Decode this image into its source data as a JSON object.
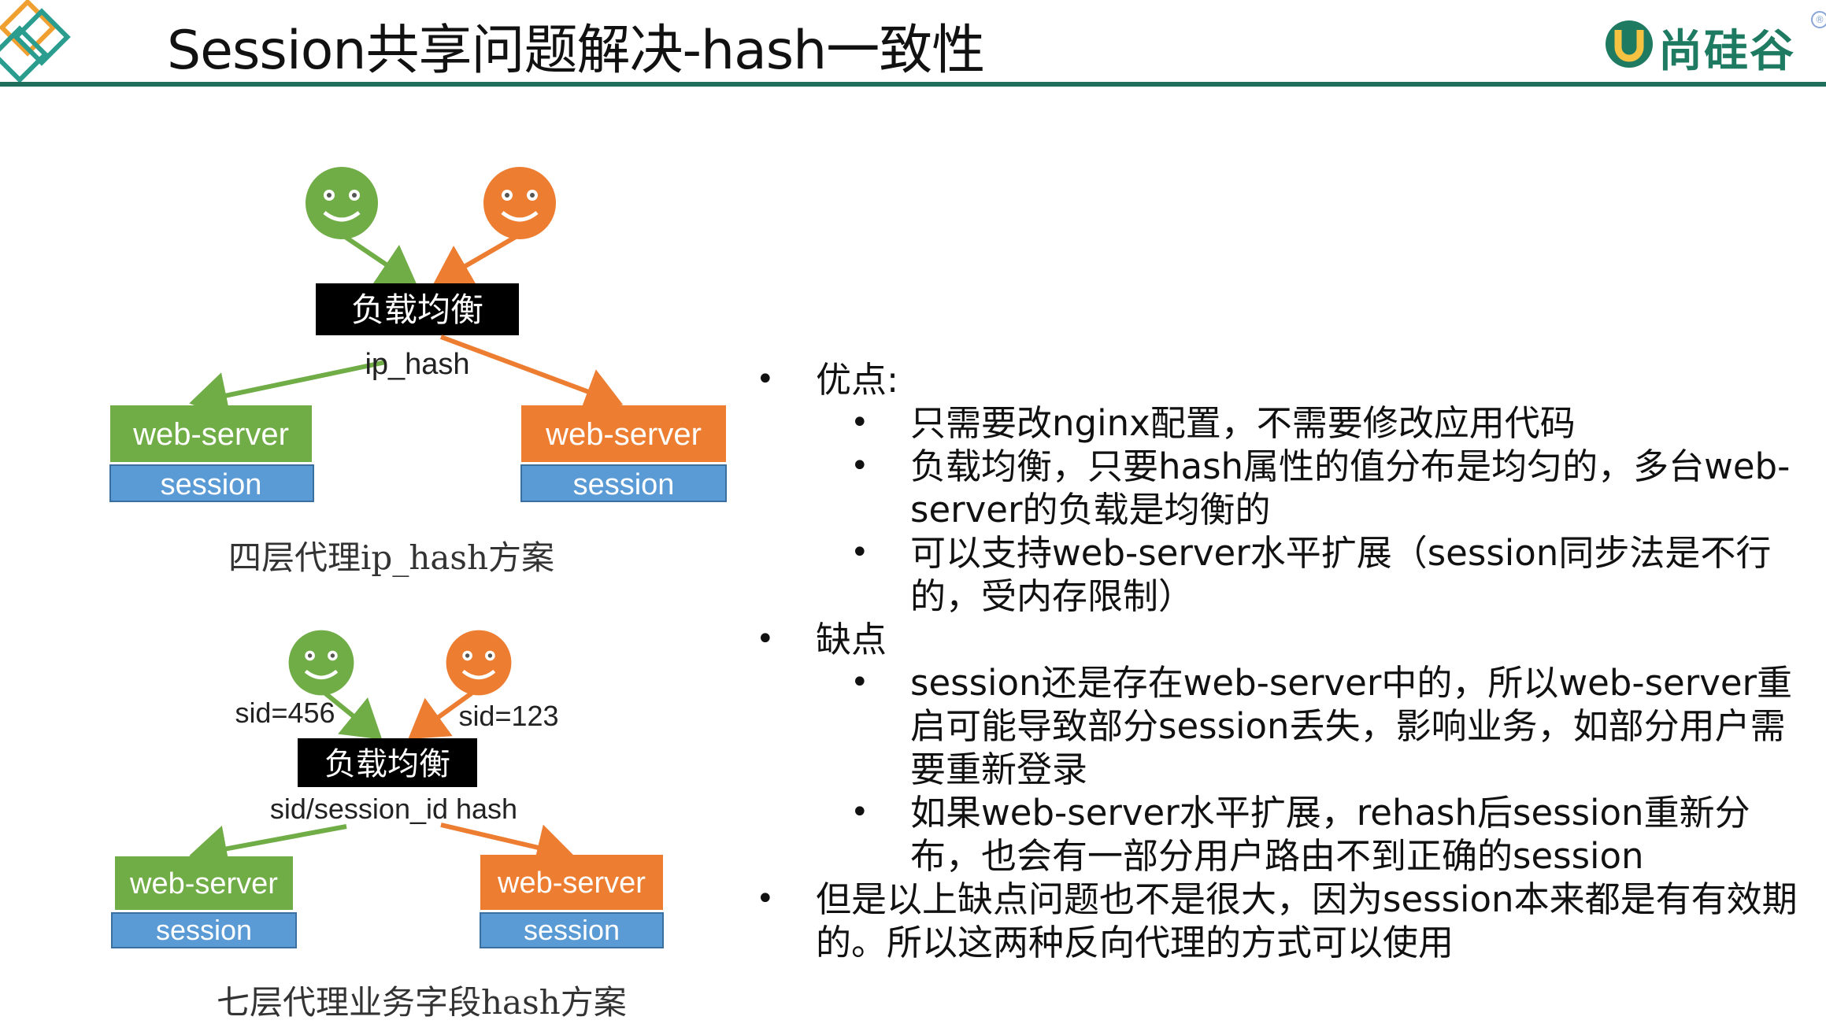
{
  "header": {
    "title": "Session共享问题解决-hash一致性",
    "brand_name": "尚硅谷",
    "line_color": "#1f6f5c"
  },
  "icons": {
    "corner": "diamond-logo-icon",
    "brand": "u-badge-logo-icon",
    "user": "smiley-user-icon"
  },
  "diagram_top": {
    "balancer": "负载均衡",
    "hash_label": "ip_hash",
    "server_left": "web-server",
    "server_left_session": "session",
    "server_right": "web-server",
    "server_right_session": "session",
    "caption": "四层代理ip_hash方案"
  },
  "diagram_bottom": {
    "balancer": "负载均衡",
    "sid_left": "sid=456",
    "sid_right": "sid=123",
    "hash_label": "sid/session_id hash",
    "server_left": "web-server",
    "server_left_session": "session",
    "server_right": "web-server",
    "server_right_session": "session",
    "caption": "七层代理业务字段hash方案"
  },
  "colors": {
    "green": "#70ad47",
    "orange": "#ed7d31",
    "blue": "#5b9bd5",
    "balancer_bg": "#000000"
  },
  "content": {
    "pros_title": "优点:",
    "pros": [
      "只需要改nginx配置，不需要修改应用代码",
      "负载均衡，只要hash属性的值分布是均匀的，多台web-server的负载是均衡的",
      "可以支持web-server水平扩展（session同步法是不行的，受内存限制）"
    ],
    "cons_title": "缺点",
    "cons": [
      "session还是存在web-server中的，所以web-server重启可能导致部分session丢失，影响业务，如部分用户需要重新登录",
      "如果web-server水平扩展，rehash后session重新分布，也会有一部分用户路由不到正确的session"
    ],
    "conclusion": "但是以上缺点问题也不是很大，因为session本来都是有有效期的。所以这两种反向代理的方式可以使用"
  }
}
